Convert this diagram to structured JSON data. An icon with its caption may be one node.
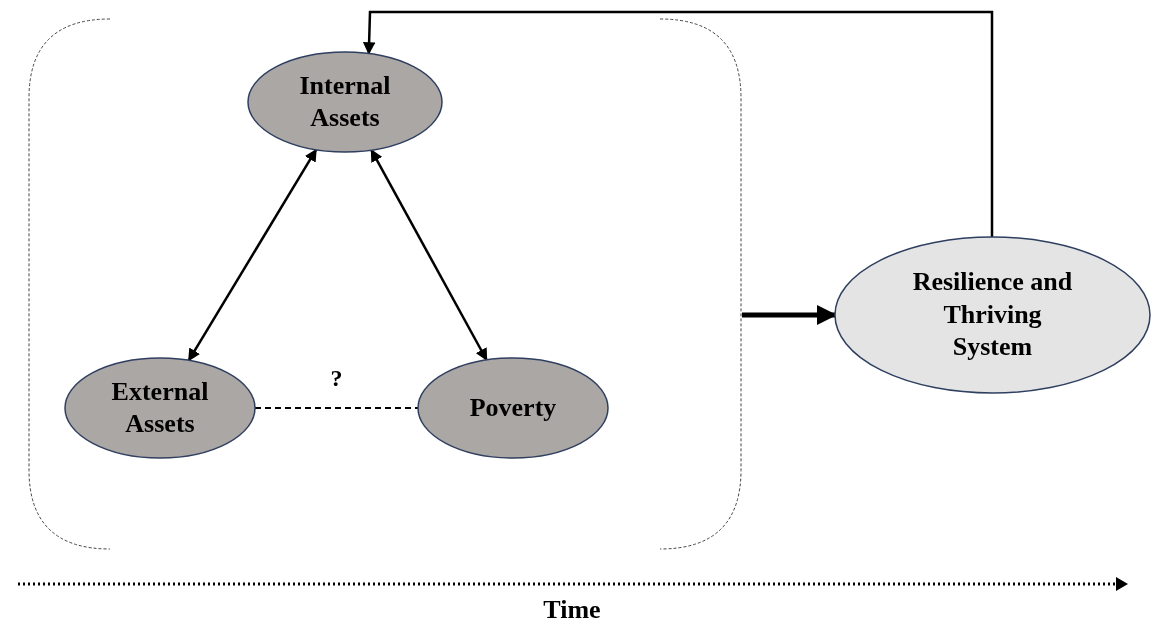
{
  "diagram": {
    "nodes": [
      {
        "text": [],
        "shape": "bracket"
      },
      {
        "text": [
          "Internal Assets"
        ],
        "in": 0
      },
      {
        "text": [
          "External Assets"
        ],
        "in": 0
      },
      {
        "text": [
          "Poverty"
        ],
        "in": 0
      },
      {
        "text": [
          "Resilience and Thriving System"
        ]
      }
    ],
    "edges": [
      {
        "from": 1,
        "to": 2,
        "arrow": "both"
      },
      {
        "from": 1,
        "to": 3,
        "arrow": "both"
      },
      {
        "from": 2,
        "to": 3,
        "arrow": "none",
        "style": "dashed",
        "label": "?"
      },
      {
        "from": 0,
        "to": 4,
        "arrow": "to",
        "style": "thick"
      },
      {
        "from": 4,
        "to": 1,
        "arrow": "to"
      }
    ],
    "labels": [
      "Time"
    ]
  }
}
